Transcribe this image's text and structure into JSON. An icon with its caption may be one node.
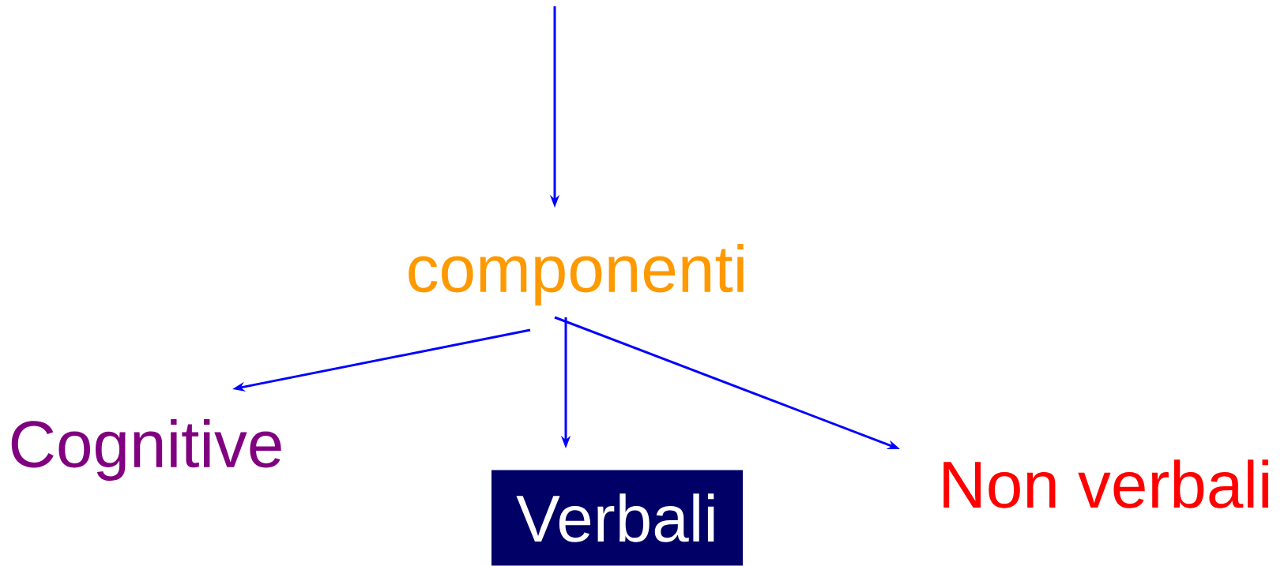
{
  "diagram": {
    "nodes": [
      {
        "text": [
          "componenti"
        ]
      },
      {
        "text": [
          "Cognitive"
        ]
      },
      {
        "text": [
          "Verbali"
        ]
      },
      {
        "text": [
          "Non verbali"
        ]
      }
    ],
    "edges": [
      {
        "from": null,
        "to": 0,
        "arrow": "to"
      },
      {
        "from": 0,
        "to": 1,
        "arrow": "to"
      },
      {
        "from": 0,
        "to": 2,
        "arrow": "to"
      },
      {
        "from": 0,
        "to": 3,
        "arrow": "to"
      }
    ]
  }
}
